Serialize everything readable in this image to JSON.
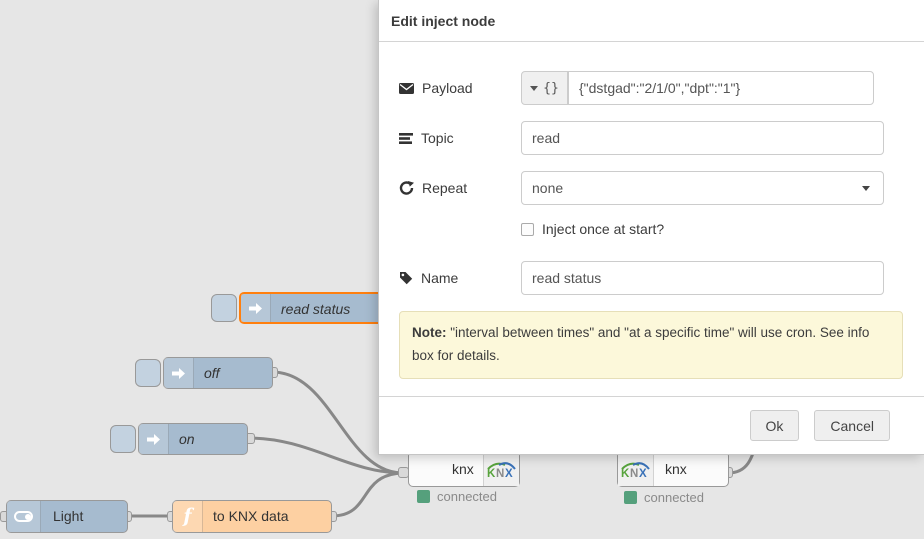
{
  "dialog": {
    "title": "Edit inject node",
    "payload": {
      "label": "Payload",
      "type_symbol": "{}",
      "value": "{\"dstgad\":\"2/1/0\",\"dpt\":\"1\"}"
    },
    "topic": {
      "label": "Topic",
      "value": "read"
    },
    "repeat": {
      "label": "Repeat",
      "value": "none"
    },
    "once": {
      "label": "Inject once at start?",
      "checked": false
    },
    "name": {
      "label": "Name",
      "value": "read status"
    },
    "note": {
      "bold": "Note:",
      "text": " \"interval between times\" and \"at a specific time\" will use cron. See info box for details."
    },
    "ok": "Ok",
    "cancel": "Cancel"
  },
  "flow": {
    "inject_read_status": "read status",
    "inject_off": "off",
    "inject_on": "on",
    "light": "Light",
    "function": "to KNX data",
    "knx_in": "knx",
    "knx_out": "knx",
    "logo_k": "K",
    "logo_n": "N",
    "logo_x": "X",
    "status_left": "connected",
    "status_right": "connected"
  },
  "colors": {
    "inject_node": "#a6bbcf",
    "function_node": "#fdd0a2",
    "knx_node": "#fbfbfb",
    "selected_border": "#ff7f0e",
    "status_green": "#55a07c",
    "wire": "#888888",
    "canvas": "#e6e6e6",
    "note_bg": "#fcf8da"
  }
}
